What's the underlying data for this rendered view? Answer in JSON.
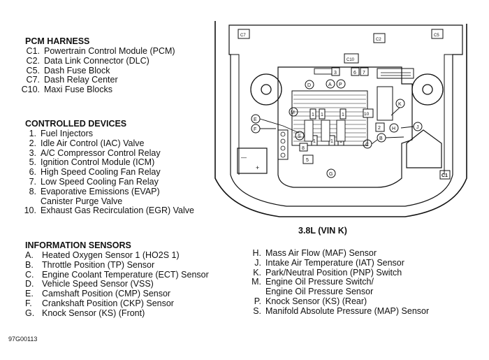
{
  "pcm_harness": {
    "title": "PCM HARNESS",
    "items": [
      {
        "key": "C1.",
        "label": "Powertrain Control Module (PCM)"
      },
      {
        "key": "C2.",
        "label": "Data Link Connector (DLC)"
      },
      {
        "key": "C5.",
        "label": "Dash Fuse Block"
      },
      {
        "key": "C7.",
        "label": "Dash Relay Center"
      },
      {
        "key": "C10.",
        "label": "Maxi Fuse Blocks"
      }
    ]
  },
  "controlled_devices": {
    "title": "CONTROLLED DEVICES",
    "items": [
      {
        "key": "1.",
        "label": "Fuel Injectors"
      },
      {
        "key": "2.",
        "label": "Idle Air Control (IAC) Valve"
      },
      {
        "key": "3.",
        "label": "A/C Compressor Control Relay"
      },
      {
        "key": "5.",
        "label": "Ignition Control Module (ICM)"
      },
      {
        "key": "6.",
        "label": "High Speed Cooling Fan Relay"
      },
      {
        "key": "7.",
        "label": "Low Speed Cooling Fan Relay"
      },
      {
        "key": "8.",
        "label": "Evaporative Emissions (EVAP)"
      },
      {
        "key": "",
        "label": "Canister Purge Valve"
      },
      {
        "key": "10.",
        "label": "Exhaust Gas Recirculation (EGR) Valve"
      }
    ]
  },
  "information_sensors": {
    "title": "INFORMATION SENSORS",
    "left": [
      {
        "key": "A.",
        "label": "Heated Oxygen Sensor 1 (HO2S 1)"
      },
      {
        "key": "B.",
        "label": "Throttle Position (TP) Sensor"
      },
      {
        "key": "C.",
        "label": "Engine Coolant Temperature (ECT) Sensor"
      },
      {
        "key": "D.",
        "label": "Vehicle Speed Sensor (VSS)"
      },
      {
        "key": "E.",
        "label": "Camshaft Position (CMP) Sensor"
      },
      {
        "key": "F.",
        "label": "Crankshaft Position  (CKP) Sensor"
      },
      {
        "key": "G.",
        "label": "Knock Sensor (KS) (Front)"
      }
    ],
    "right": [
      {
        "key": "H.",
        "label": "Mass Air Flow (MAF) Sensor"
      },
      {
        "key": "J.",
        "label": "Intake Air Temperature (IAT) Sensor"
      },
      {
        "key": "K.",
        "label": "Park/Neutral Position (PNP) Switch"
      },
      {
        "key": "M.",
        "label": "Engine Oil Pressure Switch/"
      },
      {
        "key": "",
        "label": "Engine Oil Pressure Sensor"
      },
      {
        "key": "P.",
        "label": "Knock Sensor (KS) (Rear)"
      },
      {
        "key": "S.",
        "label": "Manifold Absolute Pressure (MAP) Sensor"
      }
    ]
  },
  "caption": "3.8L (VIN K)",
  "figure_code": "97G00113",
  "diagram_labels": {
    "c7": "C7",
    "c2": "C2",
    "c5": "C5",
    "c10": "C10",
    "c1": "C1",
    "d": "D",
    "a": "A",
    "p": "P",
    "k": "K",
    "m": "M",
    "e": "E",
    "f": "F",
    "s": "S",
    "c": "C",
    "b": "B",
    "h": "H",
    "j": "J",
    "g": "G",
    "n1": "1",
    "n2": "2",
    "n3": "3",
    "n5": "5",
    "n6": "6",
    "n7": "7",
    "n8": "8",
    "n10": "10",
    "plus": "+",
    "minus": "—"
  }
}
